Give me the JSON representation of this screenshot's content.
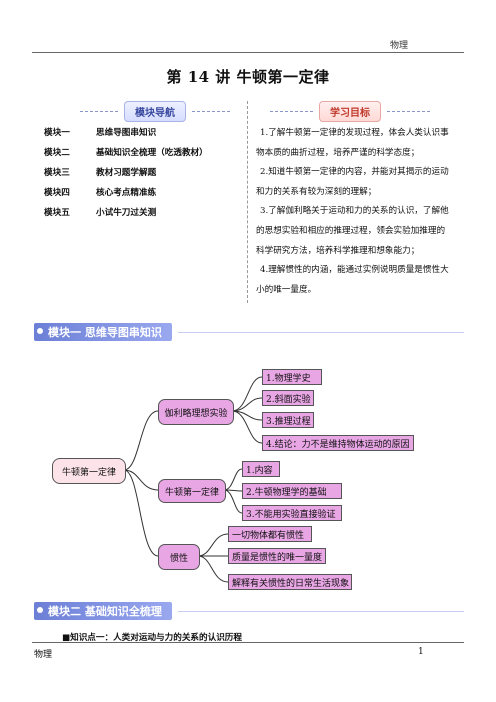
{
  "header": {
    "label": "物理"
  },
  "title": "第 14 讲  牛顿第一定律",
  "nav": {
    "heading": "模块导航",
    "items": [
      {
        "key": "模块一",
        "text": "思维导图串知识"
      },
      {
        "key": "模块二",
        "text": "基础知识全梳理（吃透教材）"
      },
      {
        "key": "模块三",
        "text": "教材习题学解题"
      },
      {
        "key": "模块四",
        "text": "核心考点精准练"
      },
      {
        "key": "模块五",
        "text": "小试牛刀过关测"
      }
    ]
  },
  "goals": {
    "heading": "学习目标",
    "lines": [
      "1.了解牛顿第一定律的发现过程，体会人类认识事",
      "物本质的曲折过程，培养严谨的科学态度；",
      "2.知道牛顿第一定律的内容，并能对其揭示的运动",
      "和力的关系有较为深刻的理解；",
      "3.了解伽利略关于运动和力的关系的认识，了解他",
      "的思想实验和相应的推理过程，领会实验加推理的",
      "科学研究方法，培养科学推理和想象能力；",
      "4.理解惯性的内涵，能通过实例说明质量是惯性大",
      "小的唯一量度。"
    ]
  },
  "module1": {
    "title": "模块一 思维导图串知识",
    "map": {
      "root": "牛顿第一定律",
      "branches": [
        {
          "label": "伽利略理想实验",
          "leaves": [
            "1.物理学史",
            "2.斜面实验",
            "3.推理过程",
            "4.结论：力不是维持物体运动的原因"
          ]
        },
        {
          "label": "牛顿第一定律",
          "leaves": [
            "1.内容",
            "2.牛顿物理学的基础",
            "3.不能用实验直接验证"
          ]
        },
        {
          "label": "惯性",
          "leaves": [
            "一切物体都有惯性",
            "质量是惯性的唯一量度",
            "解释有关惯性的日常生活现象"
          ]
        }
      ]
    }
  },
  "module2": {
    "title": "模块二 基础知识全梳理"
  },
  "knowledge_point": "■知识点一：人类对运动与力的关系的认识历程",
  "footer": {
    "left": "物理",
    "page": "1"
  }
}
